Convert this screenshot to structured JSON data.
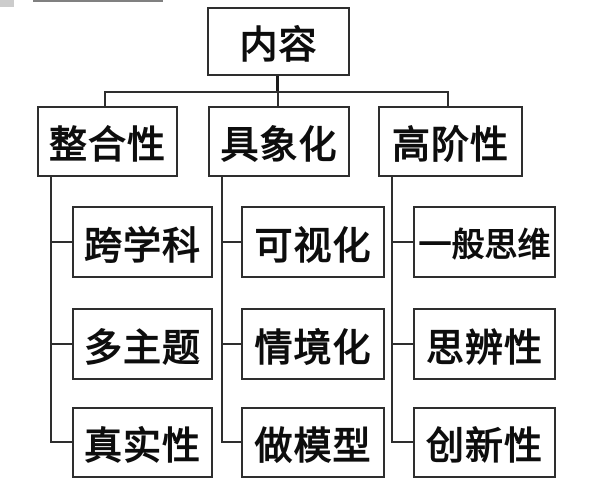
{
  "diagram": {
    "type": "tree",
    "root": {
      "label": "内容"
    },
    "branches": [
      {
        "label": "整合性",
        "children": [
          {
            "label": "跨学科"
          },
          {
            "label": "多主题"
          },
          {
            "label": "真实性"
          }
        ]
      },
      {
        "label": "具象化",
        "children": [
          {
            "label": "可视化"
          },
          {
            "label": "情境化"
          },
          {
            "label": "做模型"
          }
        ]
      },
      {
        "label": "高阶性",
        "children": [
          {
            "label": "一般思维"
          },
          {
            "label": "思辨性"
          },
          {
            "label": "创新性"
          }
        ]
      }
    ],
    "colors": {
      "background": "#ffffff",
      "line": "#2e2e2e",
      "box_border": "#2e2e2e",
      "box_fill": "#ffffff",
      "text": "#0d0d0d"
    }
  }
}
